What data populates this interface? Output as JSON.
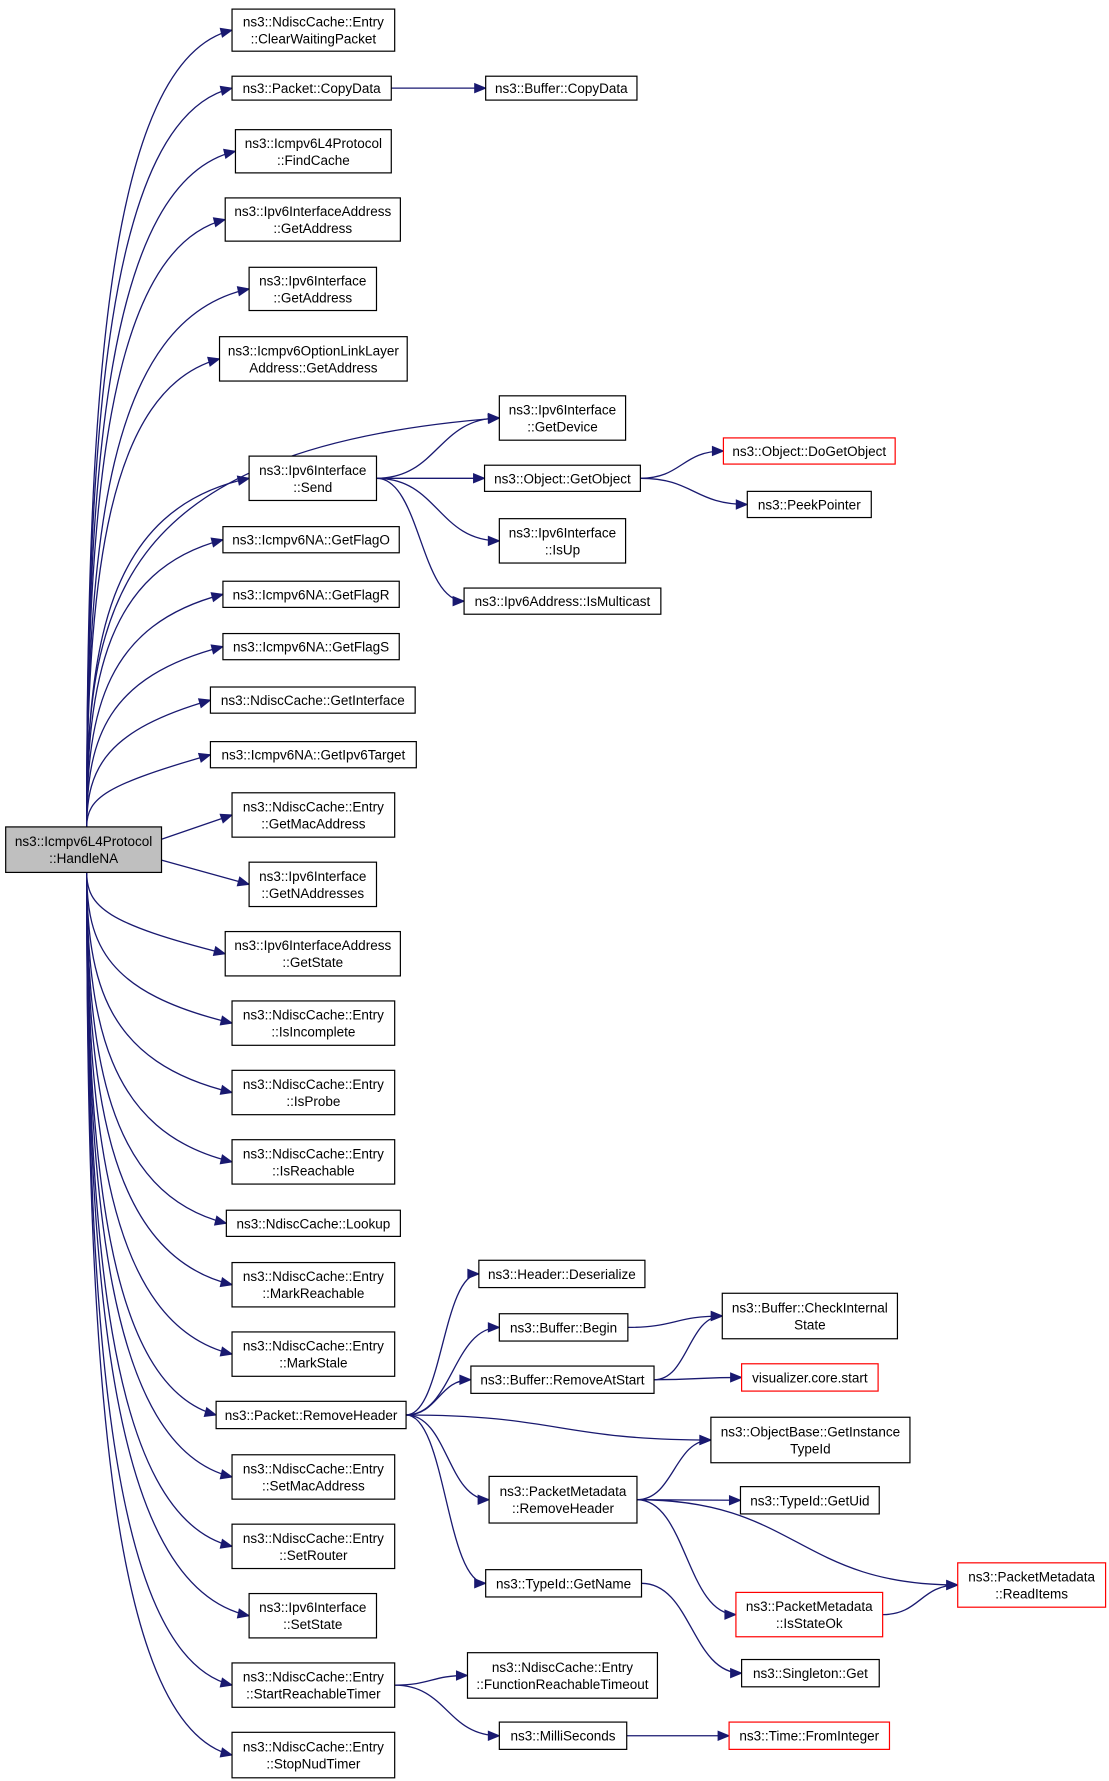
{
  "nodes": [
    {
      "id": "root",
      "lines": [
        "ns3::Icmpv6L4Protocol",
        "::HandleNA"
      ],
      "kind": "root"
    },
    {
      "id": "clearWaiting",
      "lines": [
        "ns3::NdiscCache::Entry",
        "::ClearWaitingPacket"
      ]
    },
    {
      "id": "copyData",
      "lines": [
        "ns3::Packet::CopyData"
      ]
    },
    {
      "id": "bufCopyData",
      "lines": [
        "ns3::Buffer::CopyData"
      ]
    },
    {
      "id": "findCache",
      "lines": [
        "ns3::Icmpv6L4Protocol",
        "::FindCache"
      ]
    },
    {
      "id": "ifaceAddrGetAddress",
      "lines": [
        "ns3::Ipv6InterfaceAddress",
        "::GetAddress"
      ]
    },
    {
      "id": "ifaceGetAddress",
      "lines": [
        "ns3::Ipv6Interface",
        "::GetAddress"
      ]
    },
    {
      "id": "optLinkLayer",
      "lines": [
        "ns3::Icmpv6OptionLinkLayer",
        "Address::GetAddress"
      ]
    },
    {
      "id": "getDevice",
      "lines": [
        "ns3::Ipv6Interface",
        "::GetDevice"
      ]
    },
    {
      "id": "send",
      "lines": [
        "ns3::Ipv6Interface",
        "::Send"
      ]
    },
    {
      "id": "getObject",
      "lines": [
        "ns3::Object::GetObject"
      ]
    },
    {
      "id": "doGetObject",
      "lines": [
        "ns3::Object::DoGetObject"
      ],
      "kind": "red"
    },
    {
      "id": "peekPointer",
      "lines": [
        "ns3::PeekPointer"
      ]
    },
    {
      "id": "isUp",
      "lines": [
        "ns3::Ipv6Interface",
        "::IsUp"
      ]
    },
    {
      "id": "isMulticast",
      "lines": [
        "ns3::Ipv6Address::IsMulticast"
      ]
    },
    {
      "id": "getFlagO",
      "lines": [
        "ns3::Icmpv6NA::GetFlagO"
      ]
    },
    {
      "id": "getFlagR",
      "lines": [
        "ns3::Icmpv6NA::GetFlagR"
      ]
    },
    {
      "id": "getFlagS",
      "lines": [
        "ns3::Icmpv6NA::GetFlagS"
      ]
    },
    {
      "id": "getInterface",
      "lines": [
        "ns3::NdiscCache::GetInterface"
      ]
    },
    {
      "id": "getIpv6Target",
      "lines": [
        "ns3::Icmpv6NA::GetIpv6Target"
      ]
    },
    {
      "id": "getMacAddress",
      "lines": [
        "ns3::NdiscCache::Entry",
        "::GetMacAddress"
      ]
    },
    {
      "id": "getNAddresses",
      "lines": [
        "ns3::Ipv6Interface",
        "::GetNAddresses"
      ]
    },
    {
      "id": "getState",
      "lines": [
        "ns3::Ipv6InterfaceAddress",
        "::GetState"
      ]
    },
    {
      "id": "isIncomplete",
      "lines": [
        "ns3::NdiscCache::Entry",
        "::IsIncomplete"
      ]
    },
    {
      "id": "isProbe",
      "lines": [
        "ns3::NdiscCache::Entry",
        "::IsProbe"
      ]
    },
    {
      "id": "isReachable",
      "lines": [
        "ns3::NdiscCache::Entry",
        "::IsReachable"
      ]
    },
    {
      "id": "lookup",
      "lines": [
        "ns3::NdiscCache::Lookup"
      ]
    },
    {
      "id": "markReachable",
      "lines": [
        "ns3::NdiscCache::Entry",
        "::MarkReachable"
      ]
    },
    {
      "id": "markStale",
      "lines": [
        "ns3::NdiscCache::Entry",
        "::MarkStale"
      ]
    },
    {
      "id": "removeHeader",
      "lines": [
        "ns3::Packet::RemoveHeader"
      ]
    },
    {
      "id": "deserialize",
      "lines": [
        "ns3::Header::Deserialize"
      ]
    },
    {
      "id": "bufBegin",
      "lines": [
        "ns3::Buffer::Begin"
      ]
    },
    {
      "id": "removeAtStart",
      "lines": [
        "ns3::Buffer::RemoveAtStart"
      ]
    },
    {
      "id": "checkInternal",
      "lines": [
        "ns3::Buffer::CheckInternal",
        "State"
      ]
    },
    {
      "id": "vizStart",
      "lines": [
        "visualizer.core.start"
      ],
      "kind": "red"
    },
    {
      "id": "getInstanceTypeId",
      "lines": [
        "ns3::ObjectBase::GetInstance",
        "TypeId"
      ]
    },
    {
      "id": "pmRemoveHeader",
      "lines": [
        "ns3::PacketMetadata",
        "::RemoveHeader"
      ]
    },
    {
      "id": "getUid",
      "lines": [
        "ns3::TypeId::GetUid"
      ]
    },
    {
      "id": "readItems",
      "lines": [
        "ns3::PacketMetadata",
        "::ReadItems"
      ],
      "kind": "red"
    },
    {
      "id": "isStateOk",
      "lines": [
        "ns3::PacketMetadata",
        "::IsStateOk"
      ],
      "kind": "red"
    },
    {
      "id": "getName",
      "lines": [
        "ns3::TypeId::GetName"
      ]
    },
    {
      "id": "singletonGet",
      "lines": [
        "ns3::Singleton::Get"
      ]
    },
    {
      "id": "setMacAddress",
      "lines": [
        "ns3::NdiscCache::Entry",
        "::SetMacAddress"
      ]
    },
    {
      "id": "setRouter",
      "lines": [
        "ns3::NdiscCache::Entry",
        "::SetRouter"
      ]
    },
    {
      "id": "setState",
      "lines": [
        "ns3::Ipv6Interface",
        "::SetState"
      ]
    },
    {
      "id": "startReachableTimer",
      "lines": [
        "ns3::NdiscCache::Entry",
        "::StartReachableTimer"
      ]
    },
    {
      "id": "functionReachableTimeout",
      "lines": [
        "ns3::NdiscCache::Entry",
        "::FunctionReachableTimeout"
      ]
    },
    {
      "id": "milliSeconds",
      "lines": [
        "ns3::MilliSeconds"
      ]
    },
    {
      "id": "fromInteger",
      "lines": [
        "ns3::Time::FromInteger"
      ],
      "kind": "red"
    },
    {
      "id": "stopNudTimer",
      "lines": [
        "ns3::NdiscCache::Entry",
        "::StopNudTimer"
      ]
    }
  ],
  "edges": [
    [
      "root",
      "clearWaiting"
    ],
    [
      "root",
      "copyData"
    ],
    [
      "copyData",
      "bufCopyData"
    ],
    [
      "root",
      "findCache"
    ],
    [
      "root",
      "ifaceAddrGetAddress"
    ],
    [
      "root",
      "ifaceGetAddress"
    ],
    [
      "root",
      "optLinkLayer"
    ],
    [
      "root",
      "getDevice"
    ],
    [
      "root",
      "send"
    ],
    [
      "send",
      "getDevice"
    ],
    [
      "send",
      "getObject"
    ],
    [
      "send",
      "isUp"
    ],
    [
      "send",
      "isMulticast"
    ],
    [
      "getObject",
      "doGetObject"
    ],
    [
      "getObject",
      "peekPointer"
    ],
    [
      "root",
      "getFlagO"
    ],
    [
      "root",
      "getFlagR"
    ],
    [
      "root",
      "getFlagS"
    ],
    [
      "root",
      "getInterface"
    ],
    [
      "root",
      "getIpv6Target"
    ],
    [
      "root",
      "getMacAddress"
    ],
    [
      "root",
      "getNAddresses"
    ],
    [
      "root",
      "getState"
    ],
    [
      "root",
      "isIncomplete"
    ],
    [
      "root",
      "isProbe"
    ],
    [
      "root",
      "isReachable"
    ],
    [
      "root",
      "lookup"
    ],
    [
      "root",
      "markReachable"
    ],
    [
      "root",
      "markStale"
    ],
    [
      "root",
      "removeHeader"
    ],
    [
      "removeHeader",
      "deserialize"
    ],
    [
      "removeHeader",
      "bufBegin"
    ],
    [
      "removeHeader",
      "removeAtStart"
    ],
    [
      "removeHeader",
      "getInstanceTypeId"
    ],
    [
      "removeHeader",
      "pmRemoveHeader"
    ],
    [
      "removeHeader",
      "getName"
    ],
    [
      "bufBegin",
      "checkInternal"
    ],
    [
      "removeAtStart",
      "checkInternal"
    ],
    [
      "removeAtStart",
      "vizStart"
    ],
    [
      "pmRemoveHeader",
      "getInstanceTypeId"
    ],
    [
      "pmRemoveHeader",
      "getUid"
    ],
    [
      "pmRemoveHeader",
      "readItems"
    ],
    [
      "pmRemoveHeader",
      "isStateOk"
    ],
    [
      "isStateOk",
      "readItems"
    ],
    [
      "getName",
      "singletonGet"
    ],
    [
      "root",
      "setMacAddress"
    ],
    [
      "root",
      "setRouter"
    ],
    [
      "root",
      "setState"
    ],
    [
      "root",
      "startReachableTimer"
    ],
    [
      "startReachableTimer",
      "functionReachableTimeout"
    ],
    [
      "startReachableTimer",
      "milliSeconds"
    ],
    [
      "milliSeconds",
      "fromInteger"
    ],
    [
      "root",
      "stopNudTimer"
    ]
  ]
}
